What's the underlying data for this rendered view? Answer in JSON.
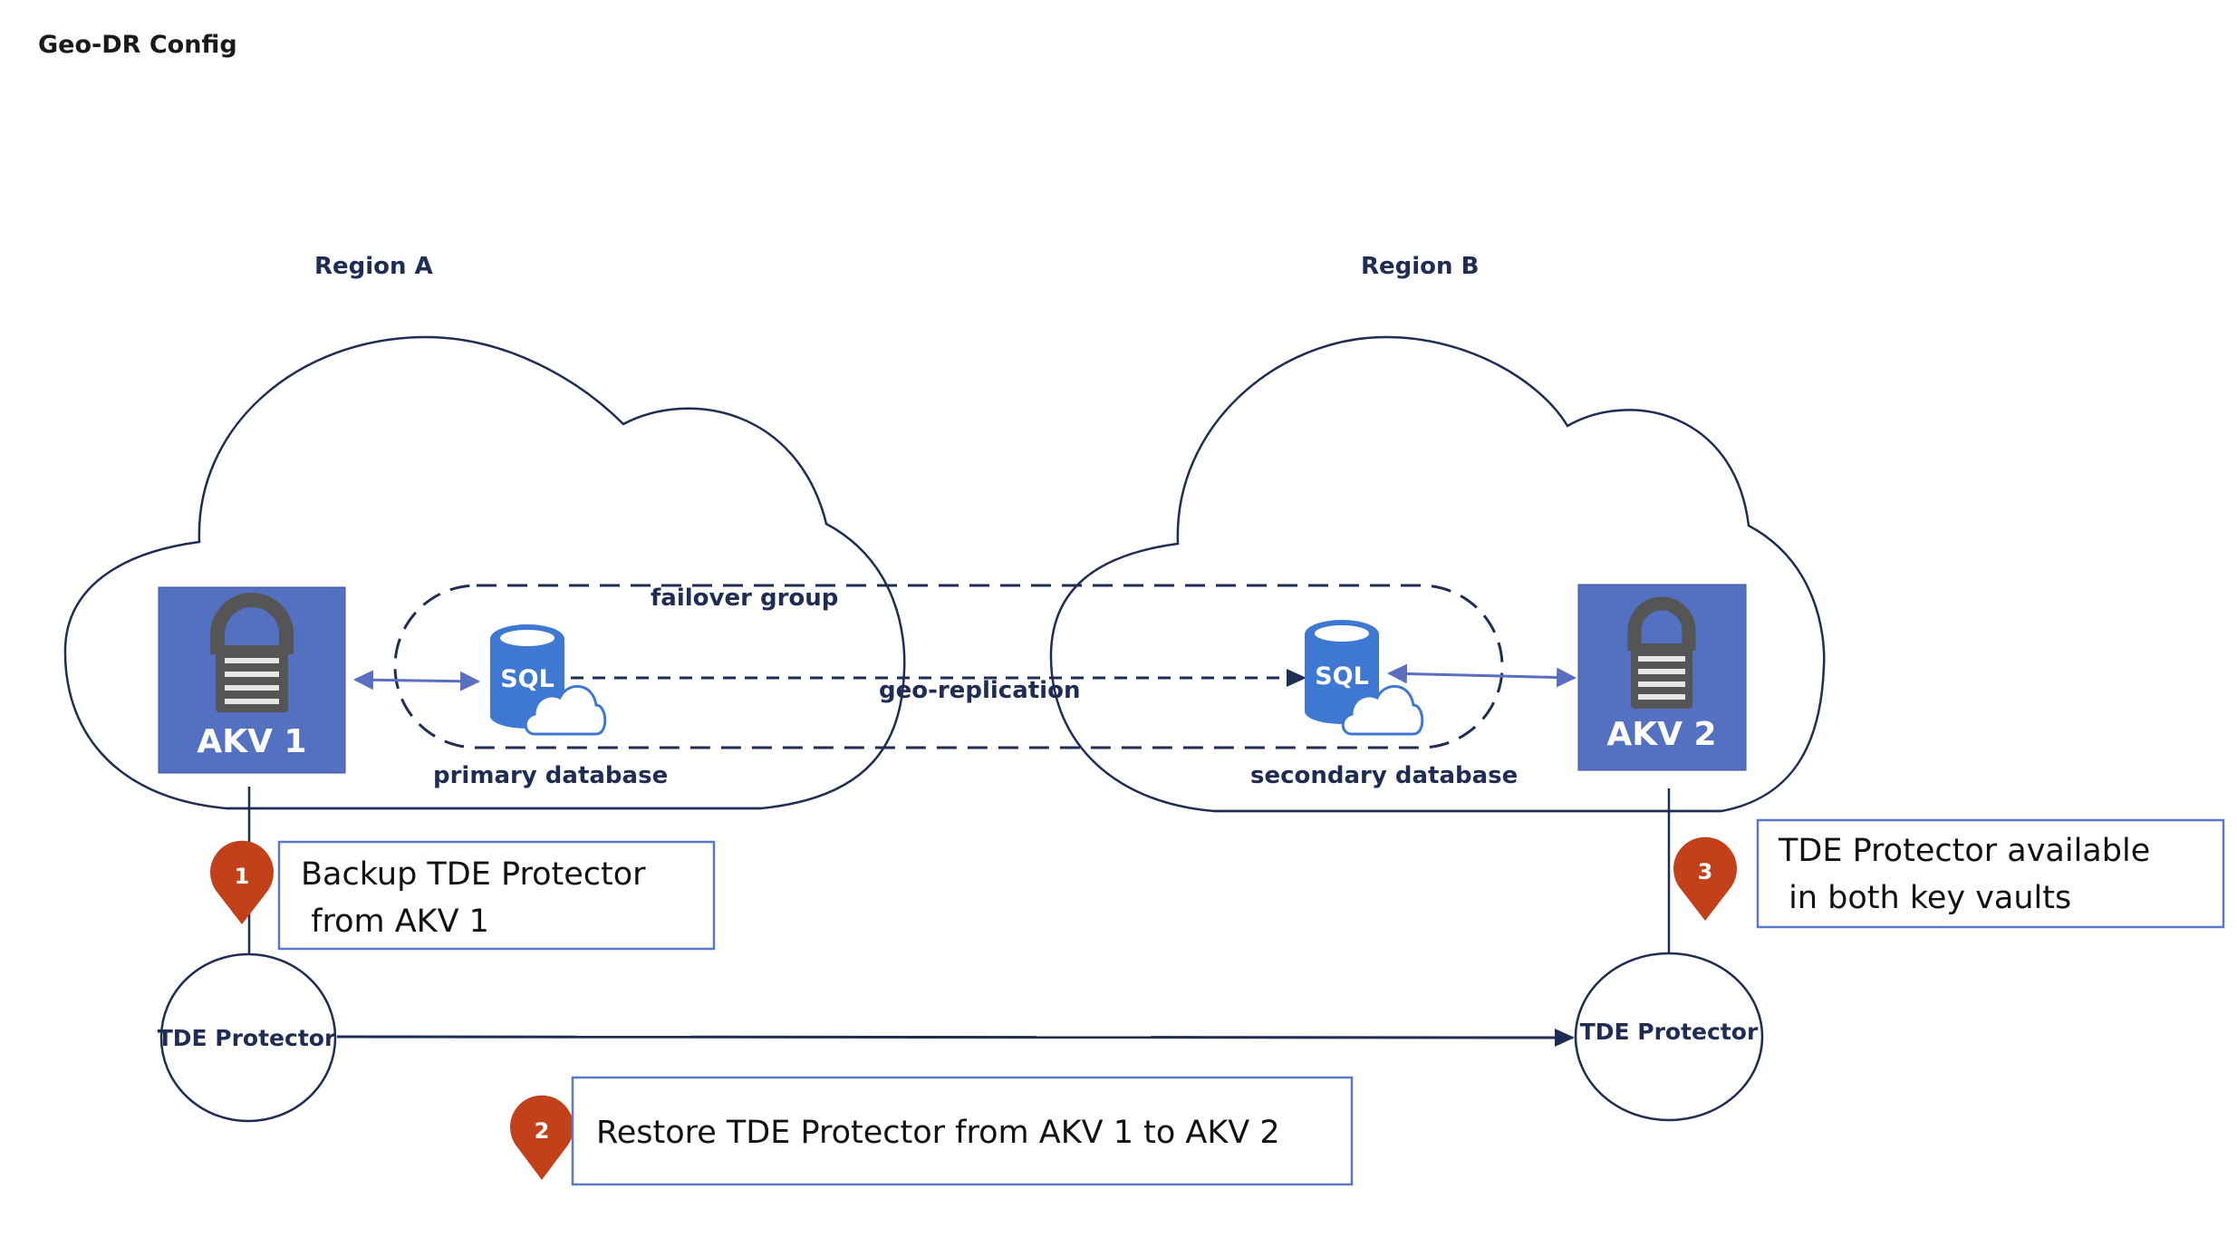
{
  "title": "Geo-DR Config",
  "regions": {
    "a": {
      "label": "Region A"
    },
    "b": {
      "label": "Region B"
    }
  },
  "key_vaults": {
    "akv1": {
      "label": "AKV 1"
    },
    "akv2": {
      "label": "AKV 2"
    }
  },
  "databases": {
    "primary": {
      "icon_text": "SQL",
      "label": "primary database"
    },
    "secondary": {
      "icon_text": "SQL",
      "label": "secondary database"
    }
  },
  "connections": {
    "failover_group": "failover group",
    "geo_replication": "geo-replication"
  },
  "tde_protectors": {
    "left": "TDE Protector",
    "right": "TDE Protector"
  },
  "steps": [
    {
      "number": "1",
      "lines": [
        "Backup TDE Protector",
        " from AKV 1"
      ]
    },
    {
      "number": "2",
      "lines": [
        "Restore TDE Protector from AKV 1 to AKV 2"
      ]
    },
    {
      "number": "3",
      "lines": [
        "TDE Protector available",
        " in both key vaults"
      ]
    }
  ],
  "colors": {
    "outline": "#1f2d55",
    "akv_fill": "#5470c0",
    "lock": "#555555",
    "sql_blue": "#3f78d2",
    "pin": "#c2401a",
    "callout_border": "#5a78c8",
    "arrow_blue": "#5a6fc0"
  }
}
